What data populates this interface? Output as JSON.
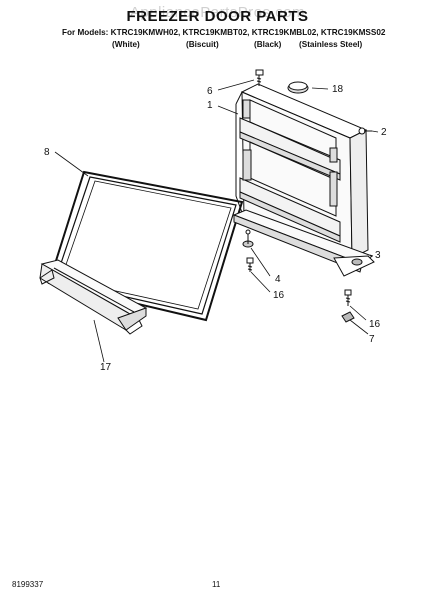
{
  "header": {
    "watermark": "AppliancePartsPros.com",
    "title": "FREEZER DOOR PARTS",
    "models": "For Models: KTRC19KMWH02, KTRC19KMBT02, KTRC19KMBL02, KTRC19KMSS02",
    "variants": [
      "(White)",
      "(Biscuit)",
      "(Black)",
      "(Stainless Steel)"
    ]
  },
  "callouts": [
    "6",
    "18",
    "1",
    "2",
    "8",
    "3",
    "4",
    "16",
    "16",
    "7",
    "17"
  ],
  "footer": {
    "part_number": "8199337",
    "page_number": "11"
  }
}
